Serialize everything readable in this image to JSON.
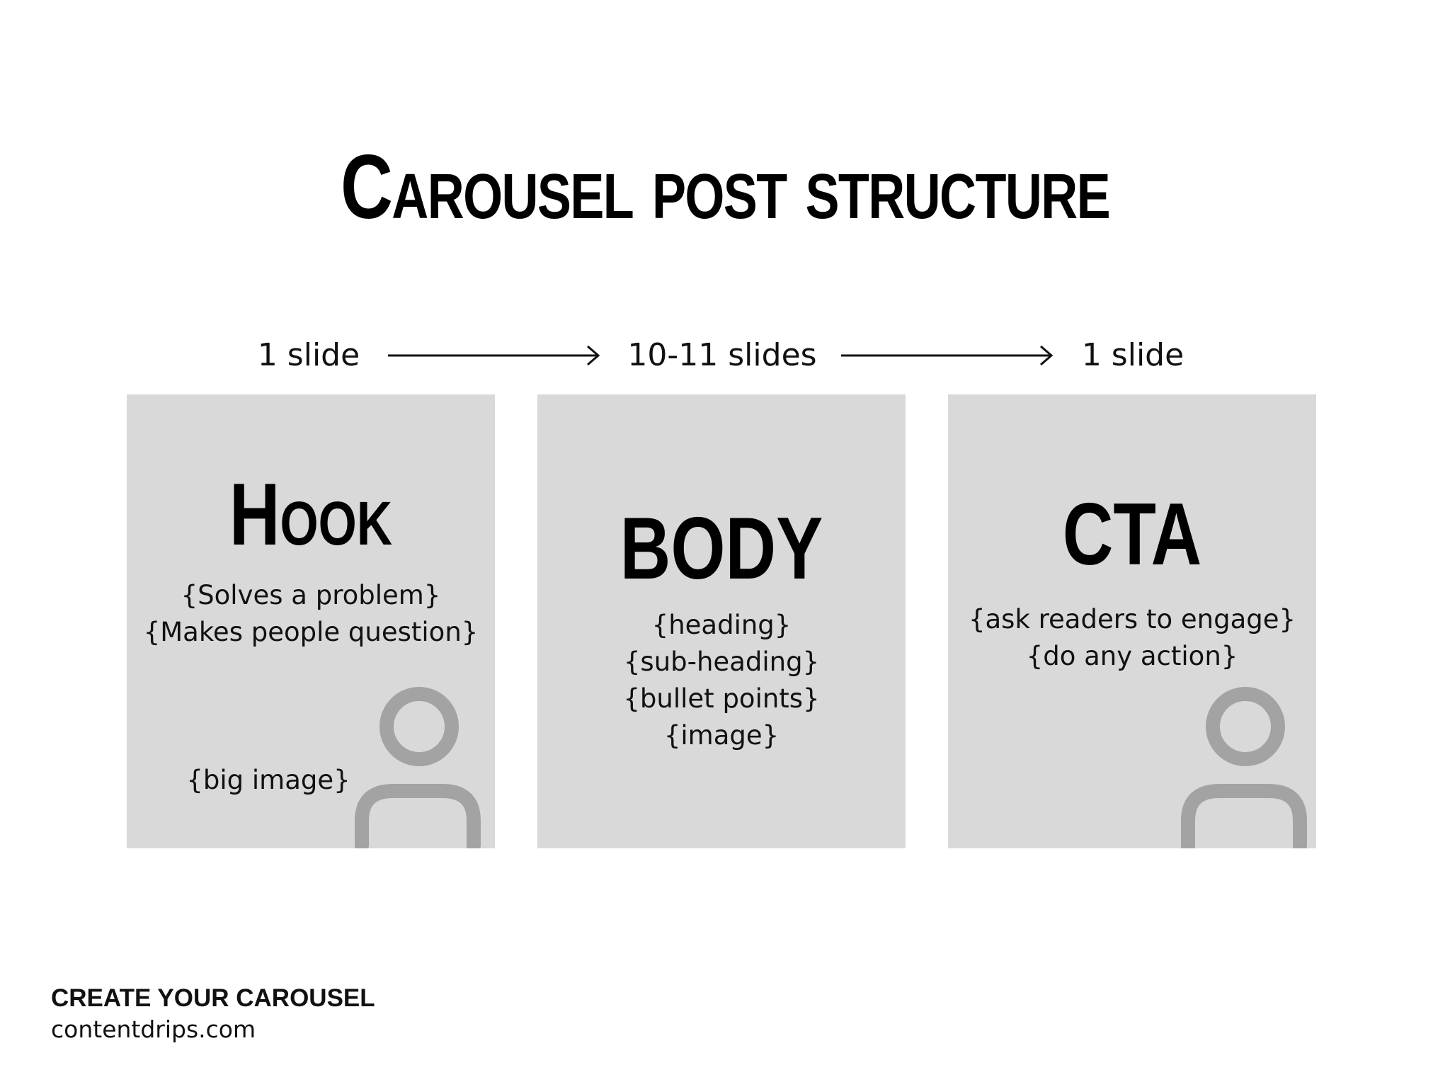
{
  "title": "Carousel post structure",
  "flow": {
    "step1_count": "1 slide",
    "step2_count": "10-11 slides",
    "step3_count": "1 slide"
  },
  "cards": [
    {
      "heading": "Hook",
      "lines": [
        "{Solves a problem}",
        "{Makes people question}"
      ],
      "image_label": "{big image}",
      "icon": "person-icon"
    },
    {
      "heading": "BODY",
      "lines": [
        "{heading}",
        "{sub-heading}",
        "{bullet points}",
        "{image}"
      ]
    },
    {
      "heading": "CTA",
      "lines": [
        "{ask readers to engage}",
        "{do any action}"
      ],
      "icon": "person-icon"
    }
  ],
  "footer": {
    "title": "CREATE YOUR CAROUSEL",
    "url": "contentdrips.com"
  },
  "colors": {
    "card_background": "#d9d9d9",
    "icon_color": "#a3a3a3",
    "text_color": "#111111"
  }
}
